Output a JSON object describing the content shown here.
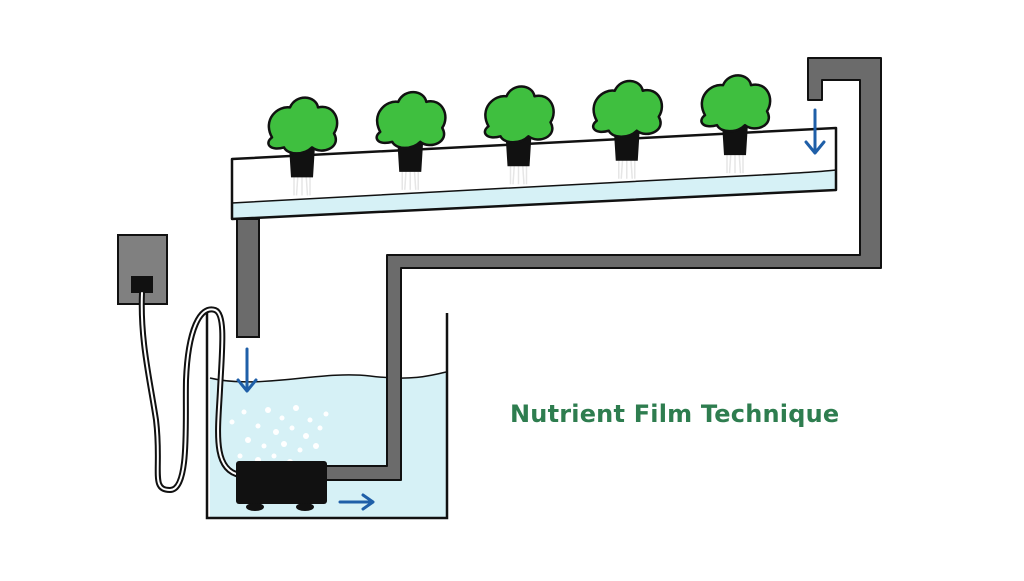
{
  "diagram": {
    "title": "Nutrient Film Technique",
    "plant_count": 5,
    "colors": {
      "water": "#d6f1f6",
      "pipe": "#6b6b6b",
      "outline": "#111111",
      "foliage": "#3fbf3f",
      "pot": "#111111",
      "arrow": "#1f5fa8",
      "title": "#2e7d4f",
      "outlet_box": "#808080"
    },
    "elements": {
      "channel": "growing-channel",
      "reservoir": "nutrient-reservoir",
      "pump": "submersible-pump",
      "outlet": "power-outlet",
      "cord": "power-cord",
      "supply_pipe": "supply-pipe",
      "drain_pipe": "drain-pipe",
      "bubbles": "air-bubbles"
    }
  }
}
